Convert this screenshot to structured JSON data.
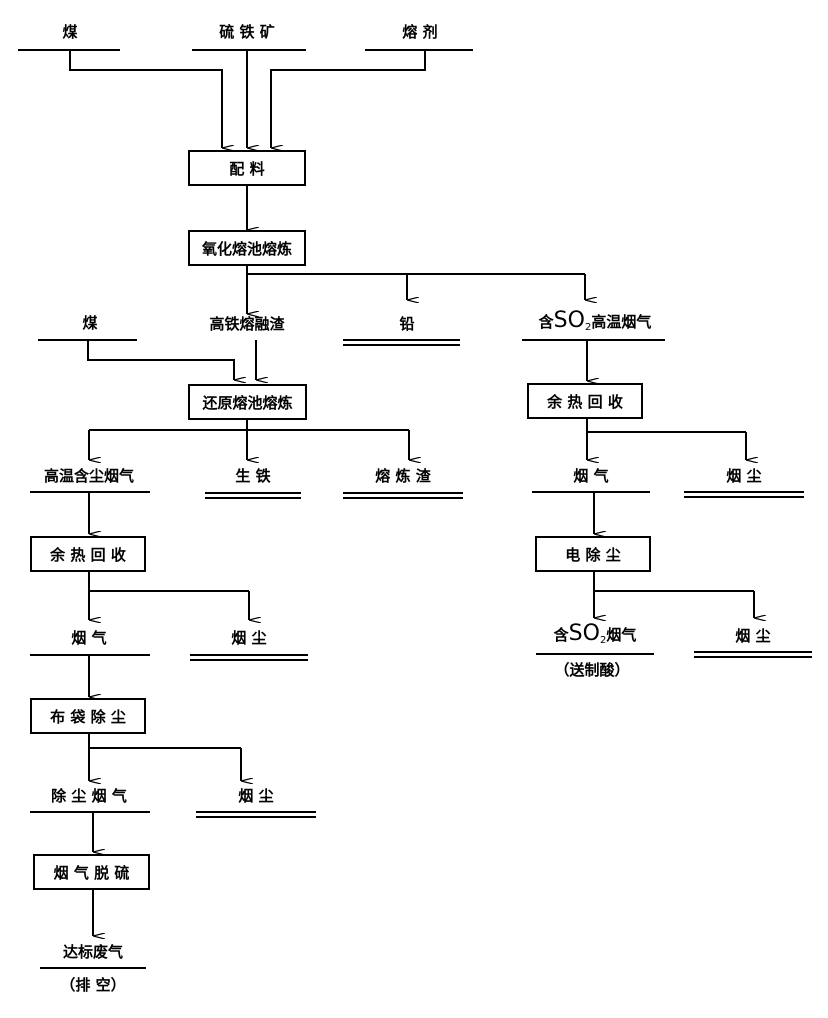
{
  "inputs": {
    "coal": "煤",
    "pyrite": "硫 铁 矿",
    "flux": "熔 剂",
    "coal2": "煤"
  },
  "boxes": {
    "batching": "配    料",
    "oxidation_smelting": "氧化熔池熔炼",
    "reduction_smelting": "还原熔池熔炼",
    "heat_recovery_left": "余 热 回 收",
    "bag_dust": "布 袋 除 尘",
    "desulfurization": "烟 气 脱 硫",
    "heat_recovery_right": "余 热 回 收",
    "electro_dust": "电   除   尘"
  },
  "products": {
    "high_iron_slag": "高铁熔融渣",
    "lead": "铅",
    "so2_gas_prefix": "含",
    "so2_gas_suffix": "高温烟气",
    "hot_dust_gas": "高温含尘烟气",
    "pig_iron": "生    铁",
    "smelting_slag": "熔 炼 渣",
    "flue_gas_left": "烟    气",
    "dust_left1": "烟         尘",
    "dedusted_gas": "除 尘 烟 气",
    "dust_left2": "烟         尘",
    "standard_gas": "达标废气",
    "standard_gas_note": "（排 空）",
    "flue_gas_right": "烟    气",
    "dust_right1": "烟         尘",
    "so2_out_prefix": "含",
    "so2_out_suffix": "烟气",
    "so2_out_note": "（送制酸）",
    "dust_right2": "烟         尘"
  },
  "formula": {
    "so": "SO",
    "sub": "2"
  }
}
